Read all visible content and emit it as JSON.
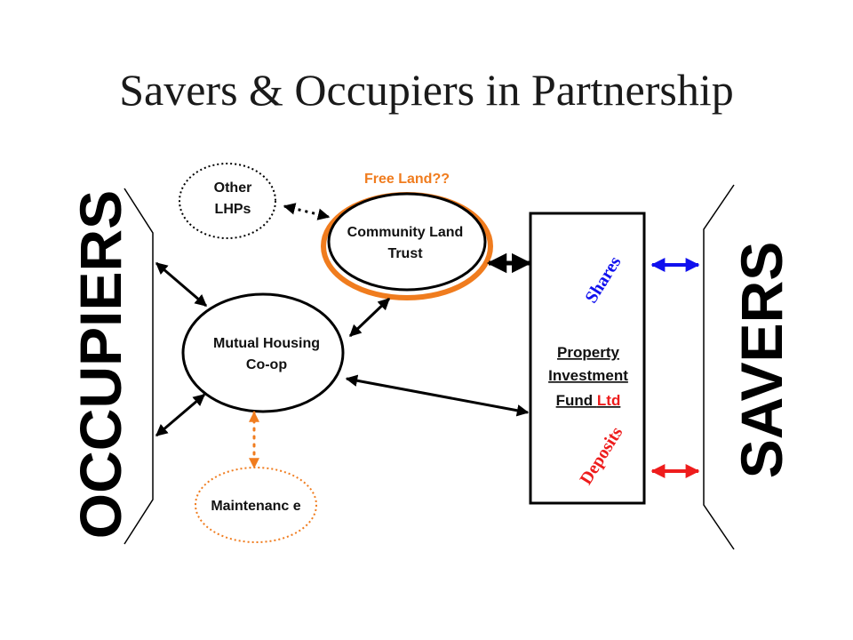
{
  "title": "Savers & Occupiers in Partnership",
  "occupiers_label": "OCCUPIERS",
  "savers_label": "SAVERS",
  "free_land": "Free Land??",
  "other_lhps": {
    "line1": "Other",
    "line2": "LHPs"
  },
  "clt": {
    "line1": "Community Land",
    "line2": "Trust"
  },
  "mhc": {
    "line1": "Mutual Housing",
    "line2": "Co-op"
  },
  "maintenance": "Maintenanc e",
  "fund": {
    "line1": "Property",
    "line2": "Investment",
    "line3a": "Fund ",
    "line3b": "Ltd"
  },
  "shares": "Shares",
  "deposits": "Deposits",
  "colors": {
    "orange": "#f07c1e",
    "blue": "#1010ee",
    "red": "#ee1c1c",
    "ink": "#000000"
  }
}
